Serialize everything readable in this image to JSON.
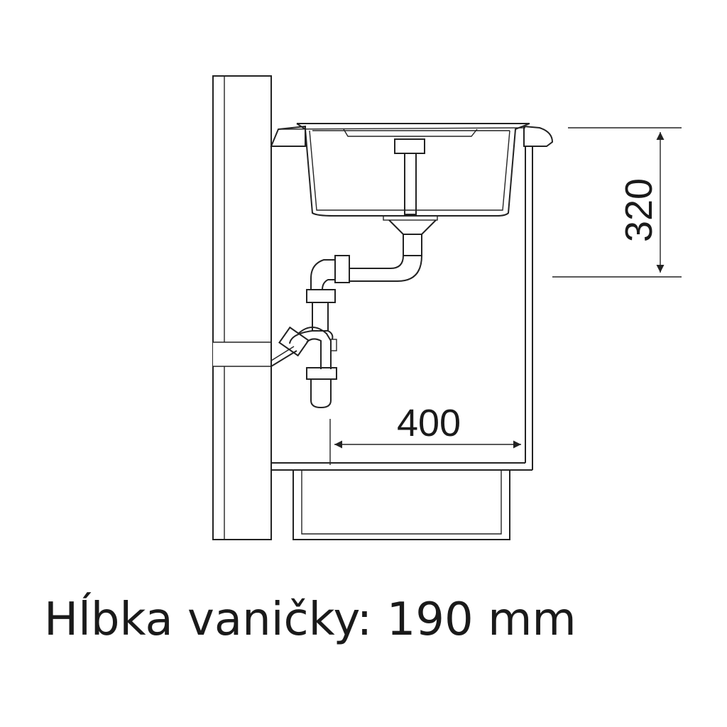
{
  "dimensions": {
    "height": "320",
    "width": "400"
  },
  "caption": "Hĺbka vaničky: 190 mm"
}
